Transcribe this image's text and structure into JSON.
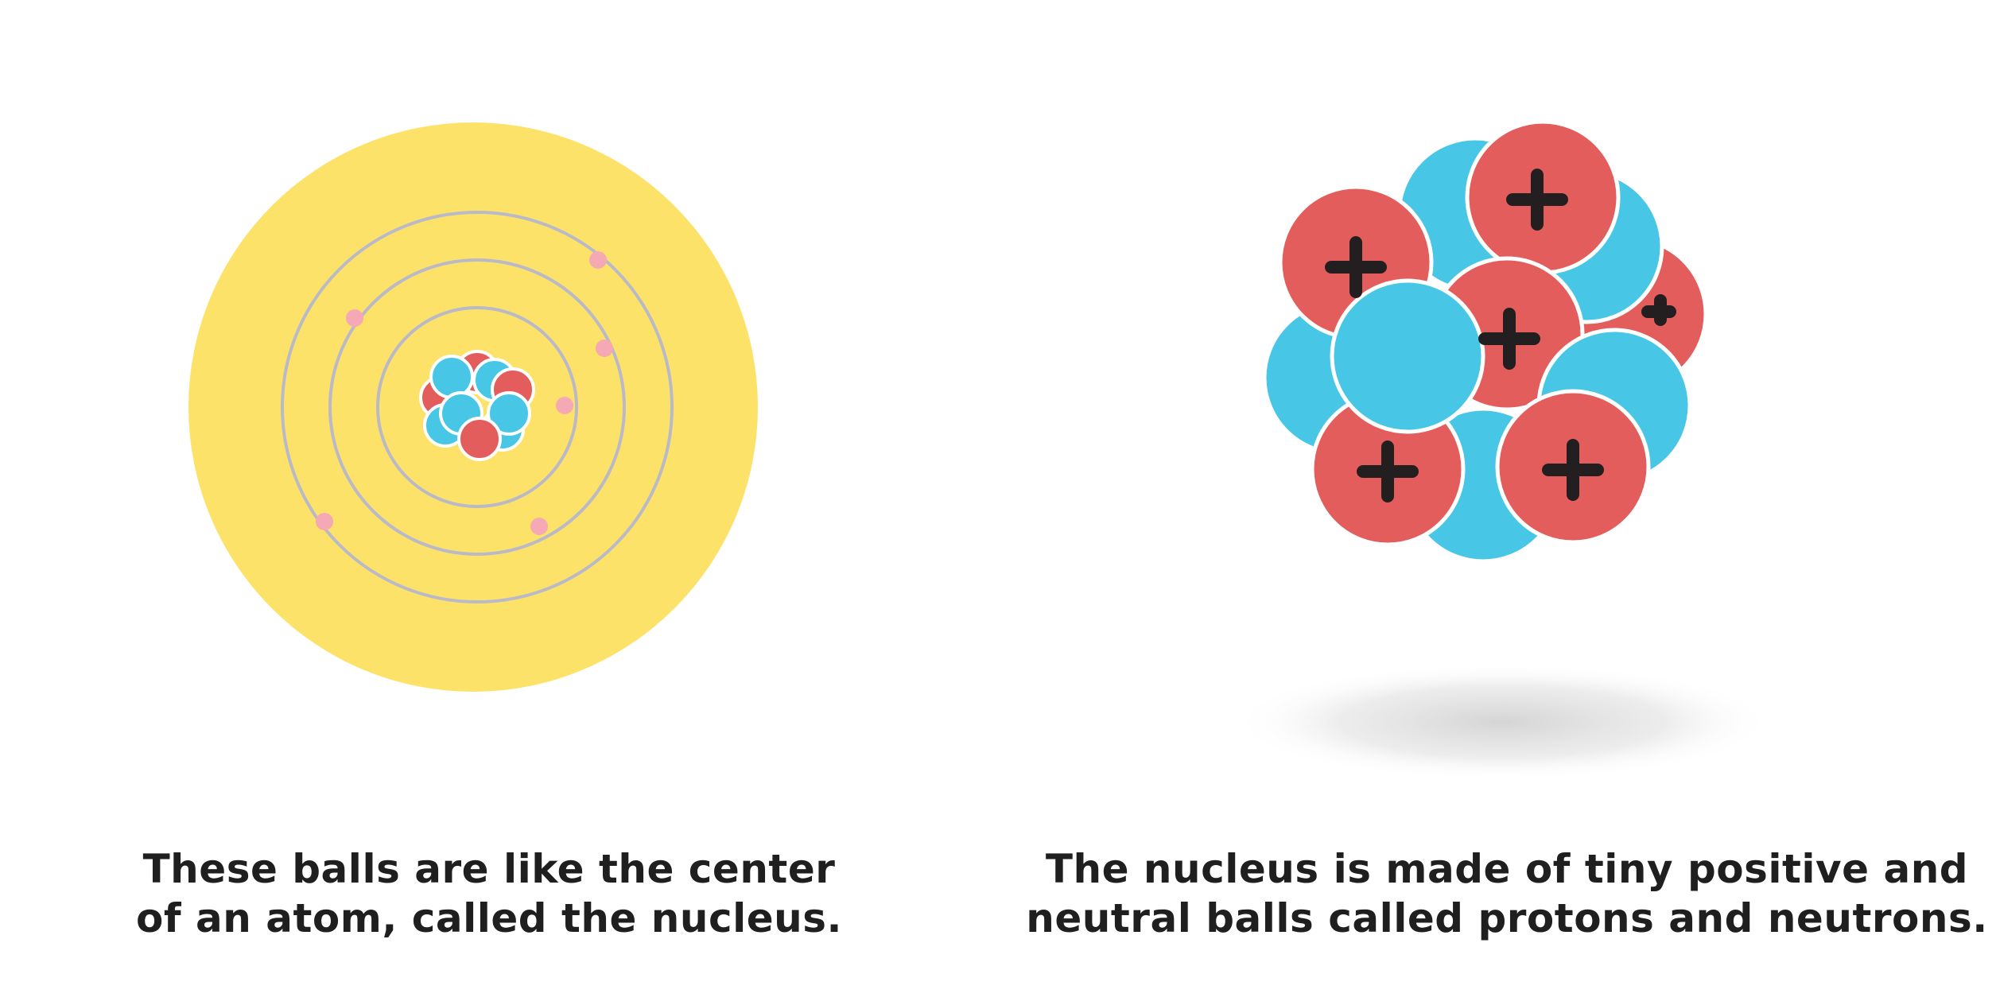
{
  "captions": {
    "left": {
      "line1": "These balls are like the center",
      "line2": "of an atom, called the nucleus."
    },
    "right": {
      "line1": "The nucleus is made of tiny positive and",
      "line2": "neutral balls called protons and neutrons."
    }
  },
  "colors": {
    "cloud": "#fde26a",
    "orbit": "#b9b9c8",
    "electron": "#f4a9b4",
    "proton": "#e45d5d",
    "neutron": "#48c6e6",
    "plus": "#231f20",
    "shadow": "#d9d9d9"
  },
  "particles": {
    "proton_symbol": "+"
  }
}
